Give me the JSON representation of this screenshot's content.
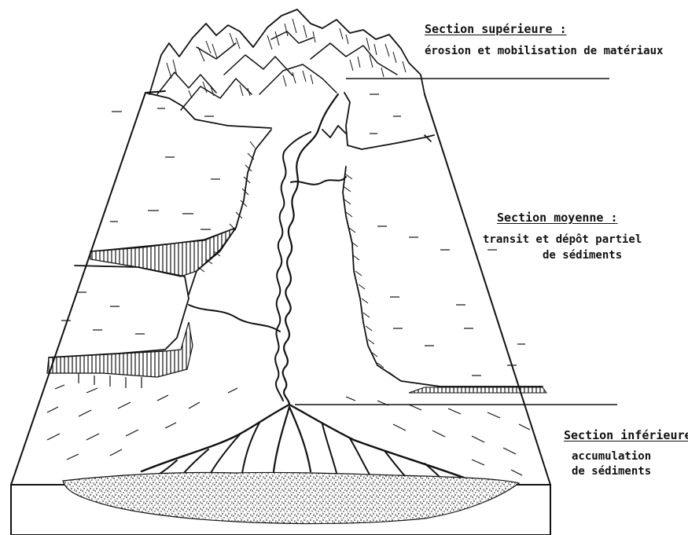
{
  "sections": {
    "upper": {
      "title": "Section supérieure :",
      "description": "érosion et mobilisation de matériaux"
    },
    "middle": {
      "title": "Section moyenne :",
      "description_line1": "transit et dépôt partiel",
      "description_line2": "de sédiments"
    },
    "lower": {
      "title": "Section inférieure",
      "description_line1": "accumulation",
      "description_line2": "de sédiments"
    }
  }
}
